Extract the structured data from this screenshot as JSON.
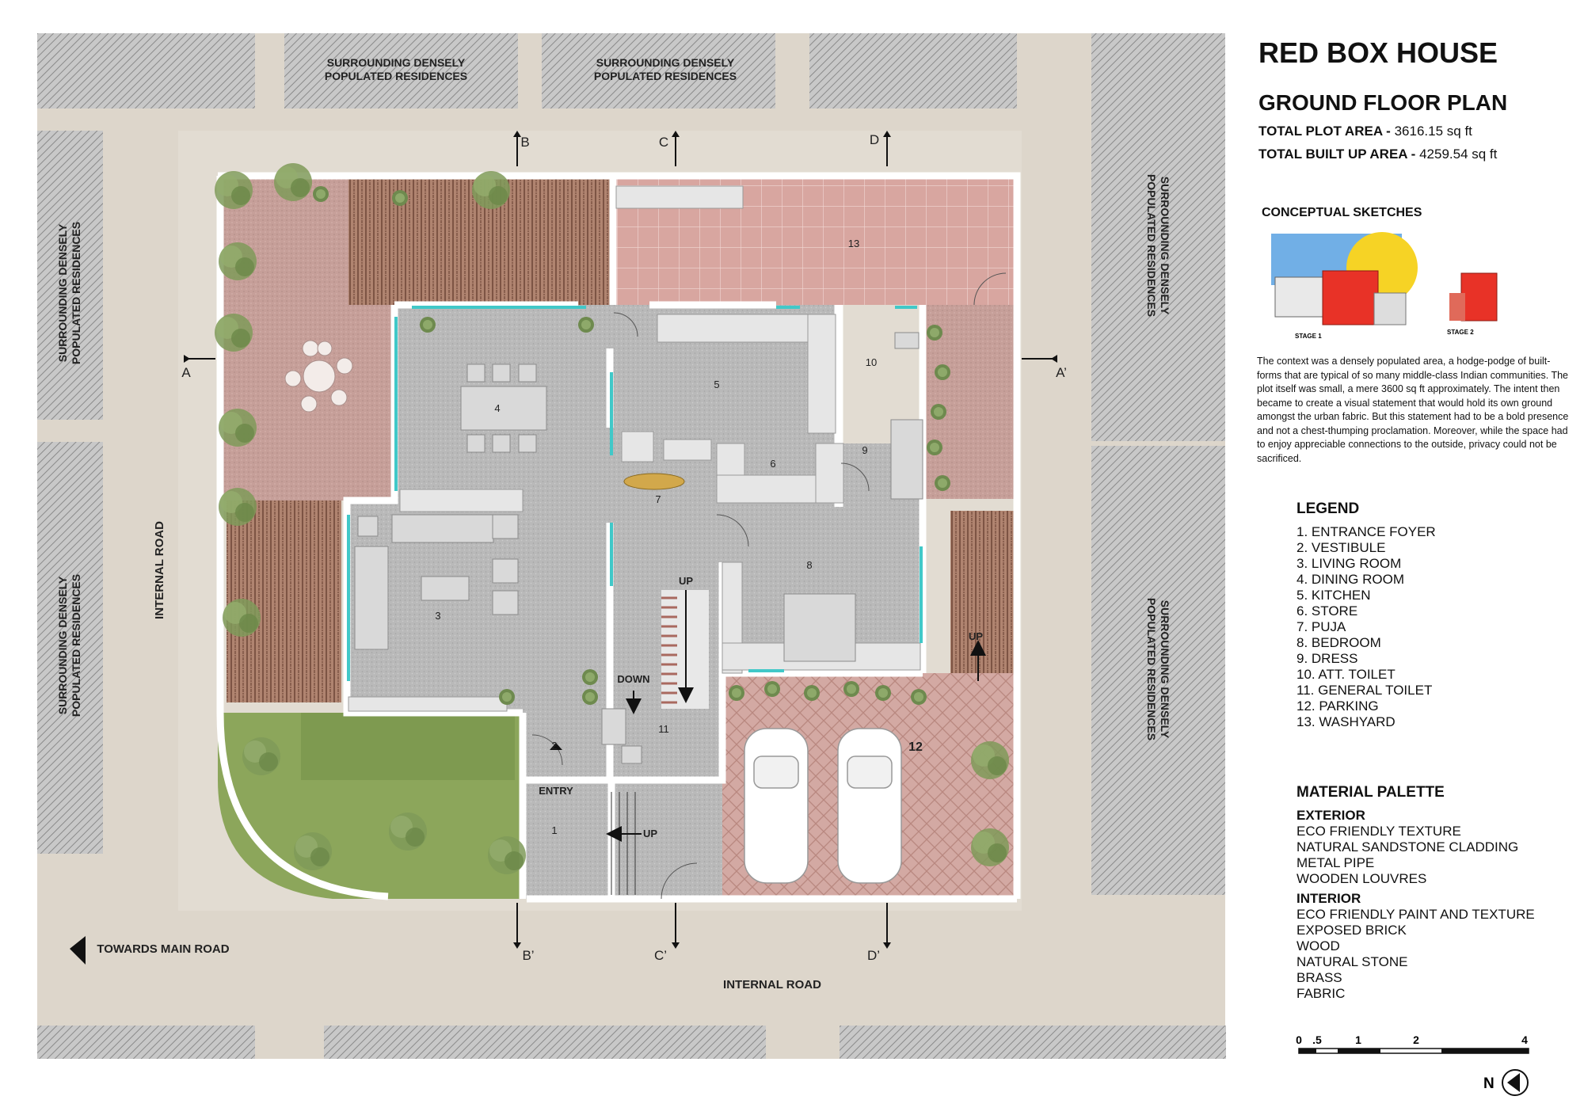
{
  "title": "RED BOX HOUSE",
  "subtitle": "GROUND FLOOR PLAN",
  "areas": {
    "plot_label": "TOTAL PLOT AREA -",
    "plot_value": "3616.15 sq ft",
    "built_label": "TOTAL BUILT UP AREA -",
    "built_value": "4259.54 sq ft"
  },
  "sketches": {
    "heading": "CONCEPTUAL SKETCHES",
    "stage1": "STAGE 1",
    "stage2": "STAGE 2"
  },
  "description": "The context was a densely populated area, a hodge-podge of built-forms that are typical of so many middle-class Indian communities. The plot itself was small, a mere 3600 sq ft approximately. The intent then became to create a visual statement that would hold its own ground amongst the urban fabric. But this statement had to be a bold presence and not a chest-thumping proclamation. Moreover, while the space had to enjoy appreciable connections to the outside, privacy could not be sacrificed.",
  "legend": {
    "heading": "LEGEND",
    "items": [
      "1. ENTRANCE FOYER",
      "2. VESTIBULE",
      "3. LIVING ROOM",
      "4. DINING ROOM",
      "5. KITCHEN",
      "6. STORE",
      "7. PUJA",
      "8. BEDROOM",
      "9. DRESS",
      "10. ATT. TOILET",
      "11. GENERAL TOILET",
      "12. PARKING",
      "13. WASHYARD"
    ]
  },
  "materials": {
    "heading": "MATERIAL PALETTE",
    "exterior_heading": "EXTERIOR",
    "exterior": [
      "ECO FRIENDLY TEXTURE",
      "NATURAL SANDSTONE CLADDING",
      "METAL PIPE",
      "WOODEN LOUVRES"
    ],
    "interior_heading": "INTERIOR",
    "interior": [
      "ECO FRIENDLY PAINT AND TEXTURE",
      "EXPOSED BRICK",
      "WOOD",
      "NATURAL STONE",
      "BRASS",
      "FABRIC"
    ]
  },
  "scale": {
    "ticks": [
      "0",
      ".5",
      "1",
      "2",
      "4"
    ]
  },
  "north": "N",
  "plan": {
    "surrounding_line1": "SURROUNDING DENSELY",
    "surrounding_line2": "POPULATED RESIDENCES",
    "internal_road": "INTERNAL ROAD",
    "towards_main_road": "TOWARDS MAIN ROAD",
    "entry": "ENTRY",
    "up": "UP",
    "down": "DOWN",
    "sections": {
      "a": "A",
      "a2": "A’",
      "b": "B",
      "b2": "B’",
      "c": "C",
      "c2": "C’",
      "d": "D",
      "d2": "D’"
    },
    "room_numbers": [
      "1",
      "2",
      "3",
      "4",
      "5",
      "6",
      "7",
      "8",
      "9",
      "10",
      "11",
      "12",
      "13"
    ]
  },
  "colors": {
    "terrace": "#c9a29c",
    "deck": "#a87662",
    "floor": "#b7b7b7",
    "lawn": "#8ca65b",
    "glass": "#41c8c8",
    "road": "#dcd5c9",
    "hatch": "#8a8a8a"
  }
}
